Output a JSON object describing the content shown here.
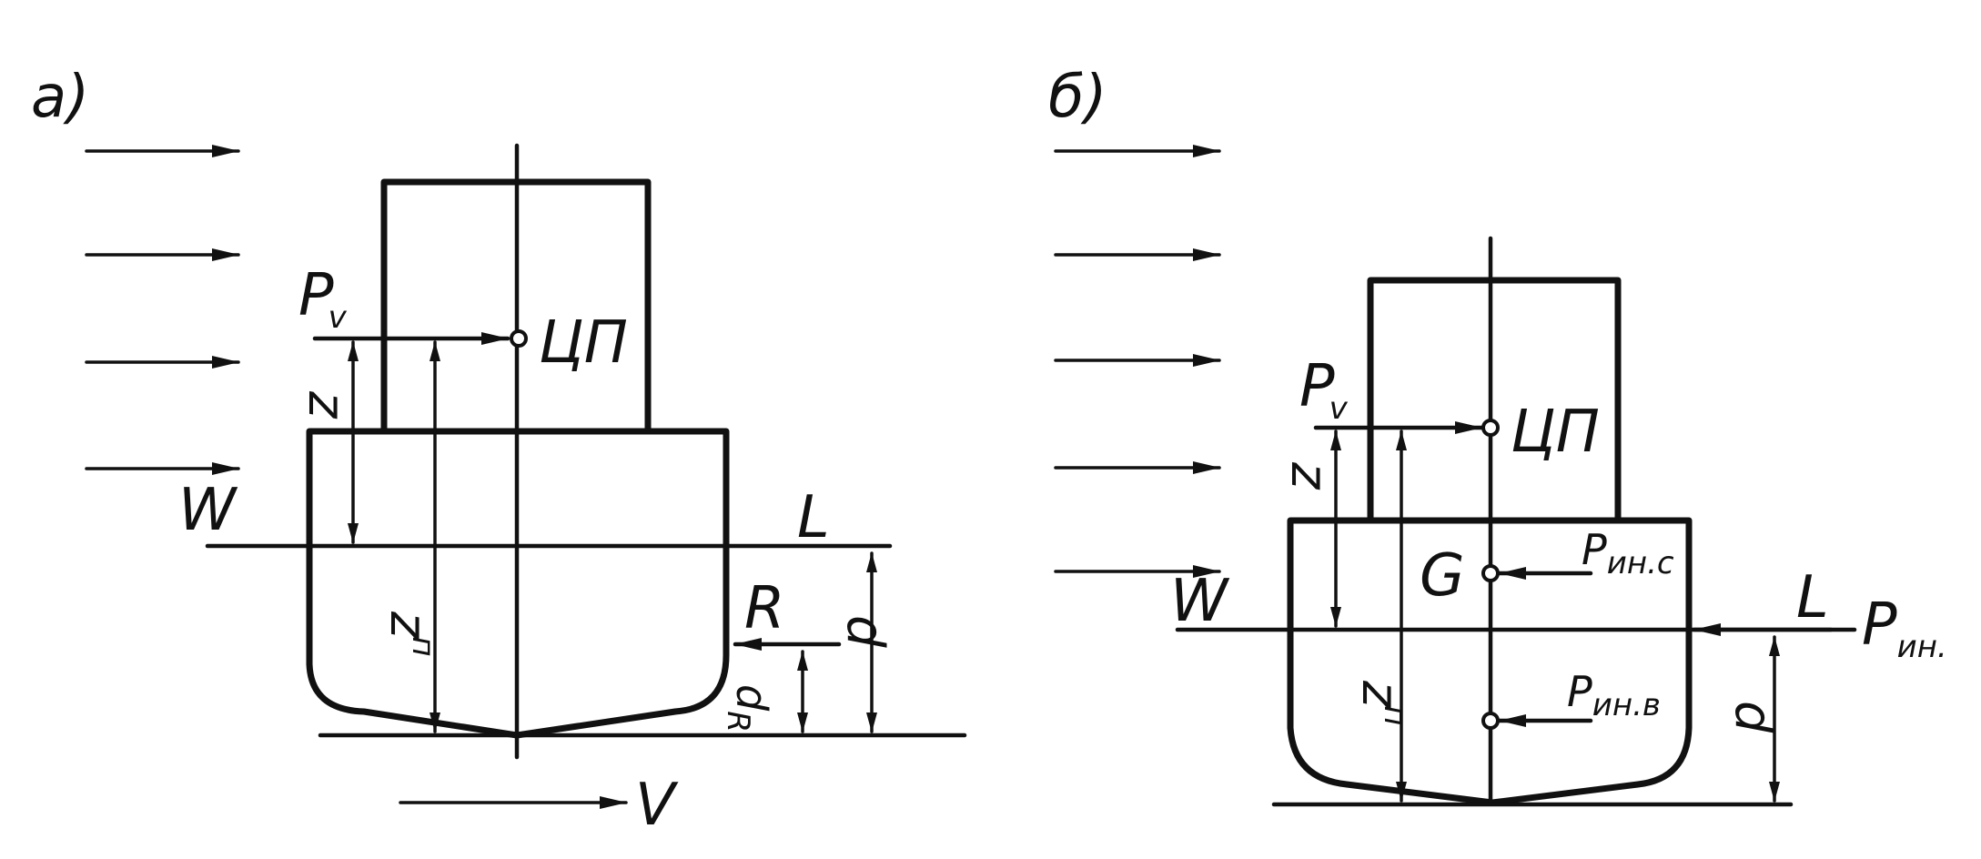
{
  "panels": {
    "a": {
      "label": "а)",
      "pressure_center": "ЦП",
      "force_wind": "P",
      "force_wind_sub": "v",
      "height_z": "z",
      "height_zn": "z",
      "height_zn_sub": "п",
      "waterline_w": "W",
      "waterline_l": "L",
      "resistance": "R",
      "draft": "d",
      "draft_r": "d",
      "draft_r_sub": "R",
      "velocity": "V"
    },
    "b": {
      "label": "б)",
      "pressure_center": "ЦП",
      "force_wind": "P",
      "force_wind_sub": "v",
      "height_z": "z",
      "height_zn": "z",
      "height_zn_sub": "п",
      "waterline_w": "W",
      "waterline_l": "L",
      "gravity": "G",
      "force_inertia_c": "P",
      "force_inertia_c_sub": "ин.с",
      "force_inertia": "P",
      "force_inertia_sub": "ин.",
      "force_inertia_v": "P",
      "force_inertia_v_sub": "ин.в",
      "draft": "d"
    }
  }
}
